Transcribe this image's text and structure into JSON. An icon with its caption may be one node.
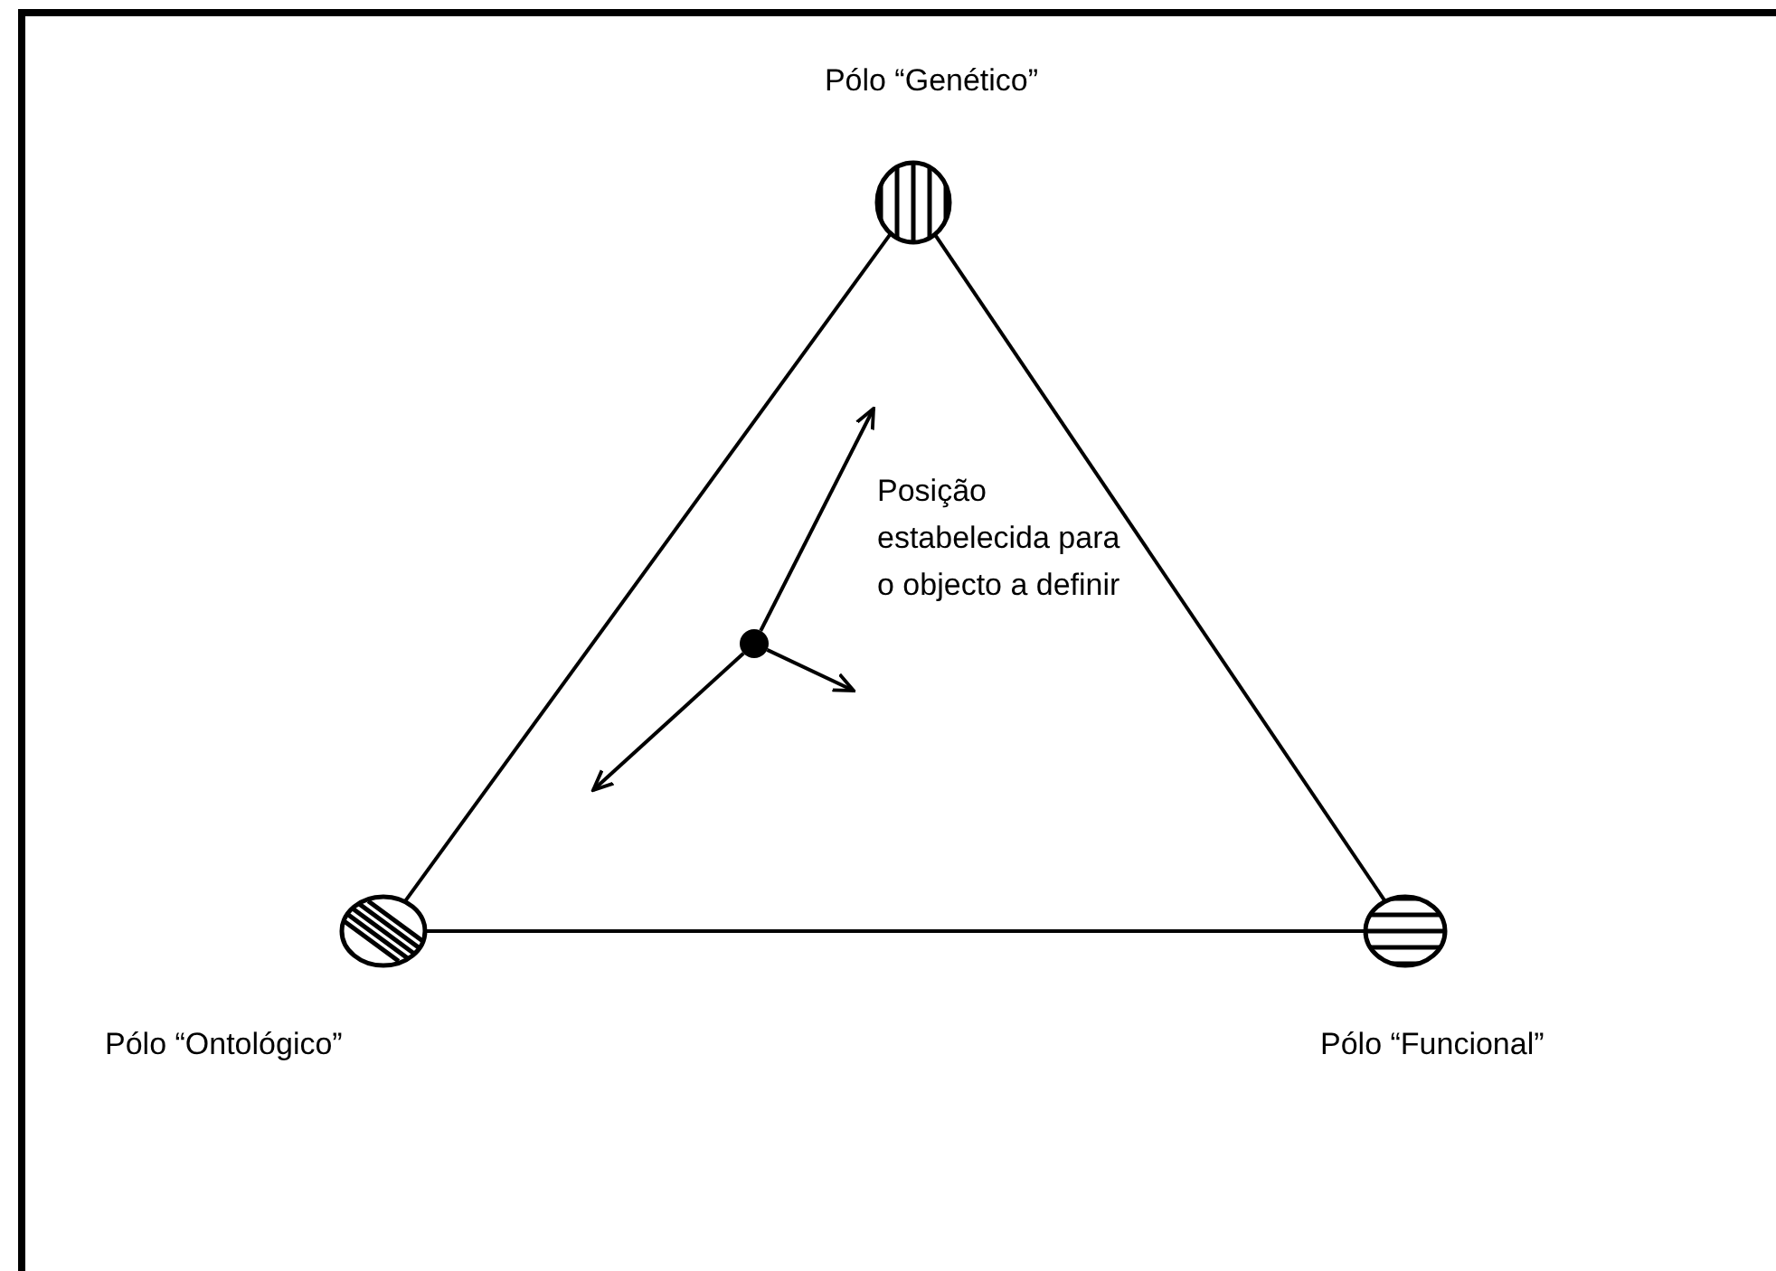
{
  "diagram": {
    "nodes": [
      {
        "text": [],
        "shape": "circle",
        "beside": [
          "Pólo “Genético”"
        ]
      },
      {
        "text": [],
        "shape": "circle",
        "beside": [
          "Pólo “Ontológico”"
        ]
      },
      {
        "text": [],
        "shape": "circle",
        "beside": [
          "Pólo “Funcional”"
        ]
      },
      {
        "text": [],
        "shape": "circle"
      }
    ],
    "edges": [
      {
        "from": 0,
        "to": 1,
        "arrow": "none"
      },
      {
        "from": 1,
        "to": 2,
        "arrow": "none"
      },
      {
        "from": 2,
        "to": 0,
        "arrow": "none"
      },
      {
        "from": 3,
        "to": null,
        "arrow": "to"
      },
      {
        "from": 3,
        "to": null,
        "arrow": "to"
      },
      {
        "from": 3,
        "to": null,
        "arrow": "to"
      }
    ],
    "labels": [
      "Posição estabelecida para o objecto a definir"
    ]
  }
}
